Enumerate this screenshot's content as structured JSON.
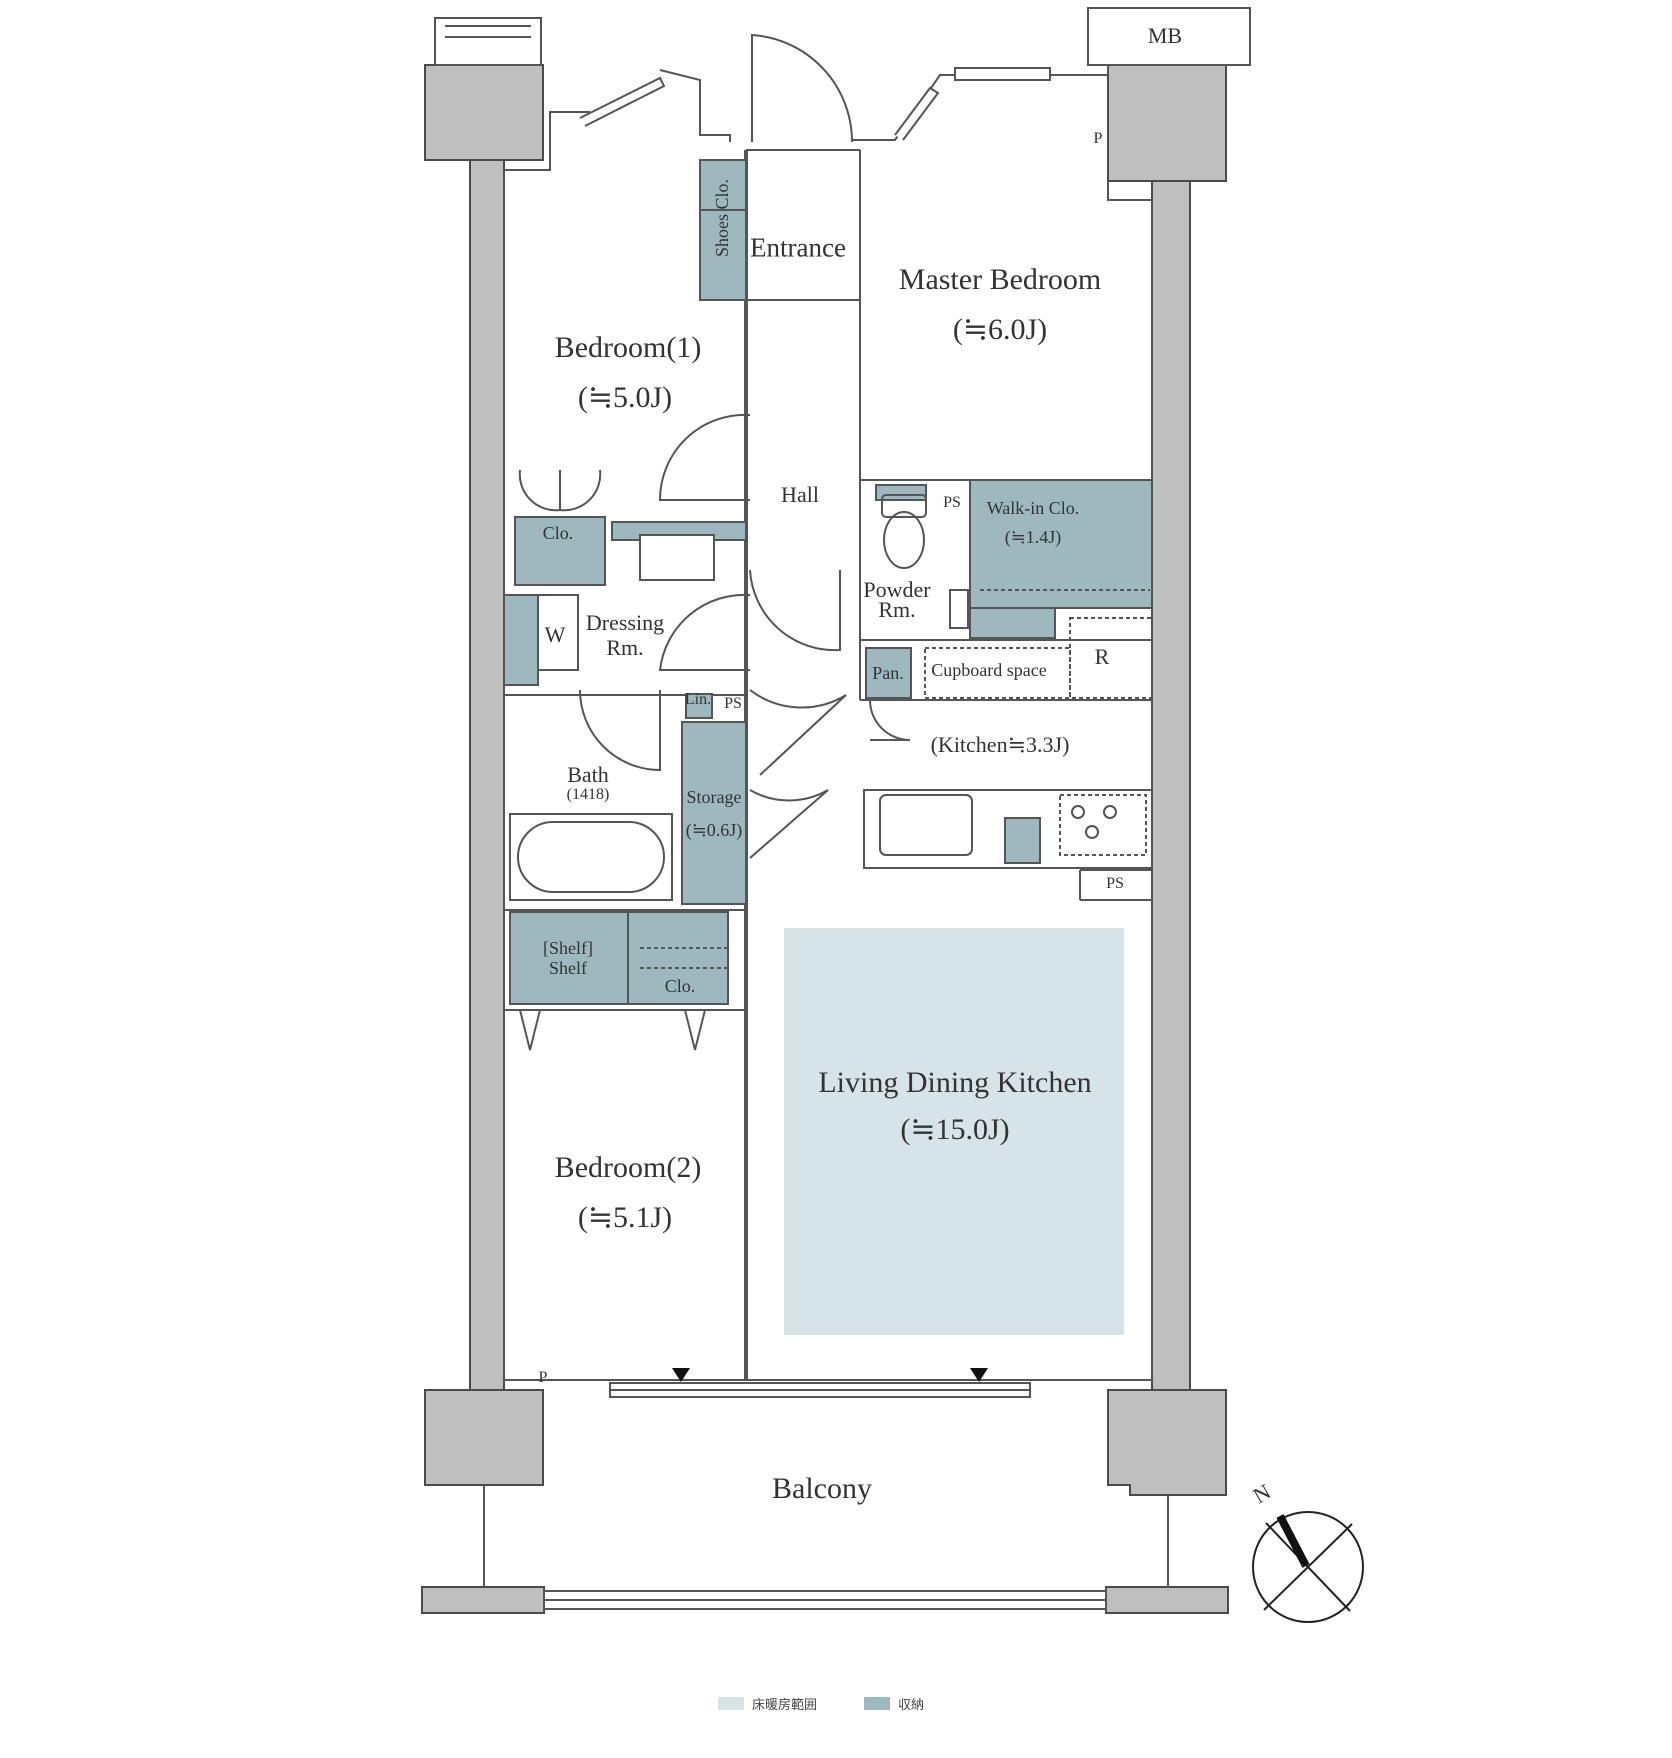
{
  "colors": {
    "wall": "#bfbfbf",
    "wall_stroke": "#4a4a4a",
    "line": "#555555",
    "storage": "#9eb8c0",
    "floor_heating": "#d6e4e8",
    "background": "#ffffff"
  },
  "rooms": {
    "mb": "MB",
    "p_top": "P",
    "p_bottom": "P",
    "shoes_clo": "Shoes Clo.",
    "entrance": "Entrance",
    "master_bedroom": "Master Bedroom",
    "master_bedroom_size": "(≒6.0J)",
    "bedroom1": "Bedroom(1)",
    "bedroom1_size": "(≒5.0J)",
    "hall": "Hall",
    "clo_b1": "Clo.",
    "ps_powder": "PS",
    "walkin_clo": "Walk-in Clo.",
    "walkin_clo_size": "(≒1.4J)",
    "powder_rm_1": "Powder",
    "powder_rm_2": "Rm.",
    "w": "W",
    "dressing_rm_1": "Dressing",
    "dressing_rm_2": "Rm.",
    "pan": "Pan.",
    "cupboard_space": "Cupboard space",
    "r": "R",
    "lin": "Lin.",
    "ps_lin": "PS",
    "kitchen": "(Kitchen≒3.3J)",
    "bath": "Bath",
    "bath_size": "(1418)",
    "storage": "Storage",
    "storage_size": "(≒0.6J)",
    "ps_kitchen": "PS",
    "shelf_1": "[Shelf]",
    "shelf_2": "Shelf",
    "clo_b2": "Clo.",
    "ldk": "Living Dining Kitchen",
    "ldk_size": "(≒15.0J)",
    "bedroom2": "Bedroom(2)",
    "bedroom2_size": "(≒5.1J)",
    "balcony": "Balcony"
  },
  "compass": {
    "label": "N",
    "icon": "north-arrow-icon"
  },
  "legend": {
    "floor_heating": "床暖房範囲",
    "storage": "収納"
  }
}
